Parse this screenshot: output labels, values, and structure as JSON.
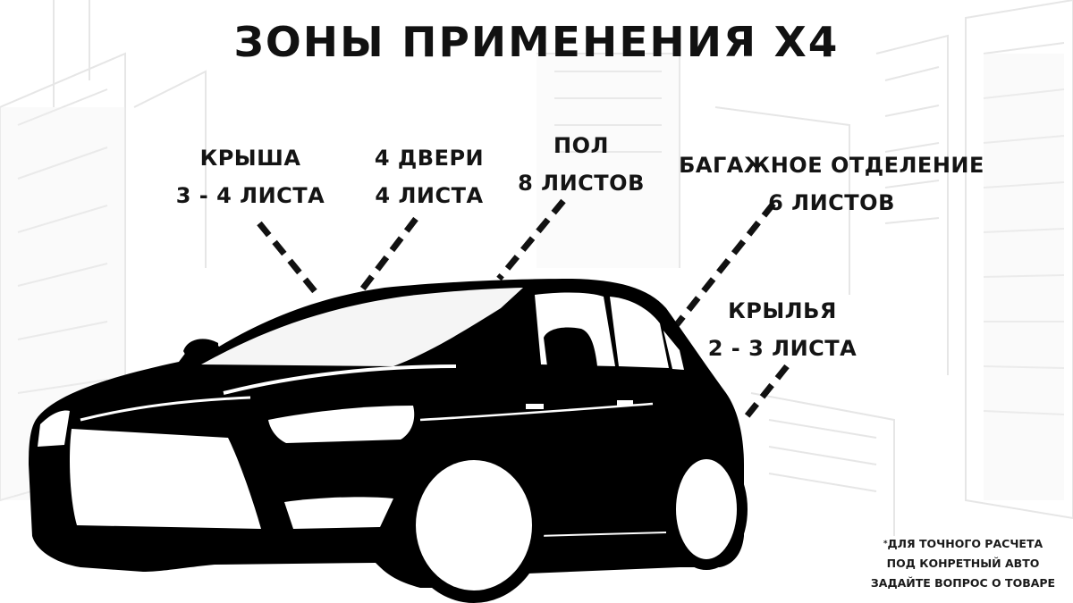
{
  "title": "ЗОНЫ ПРИМЕНЕНИЯ Х4",
  "zones": [
    {
      "name": "КРЫША",
      "amount": "3 - 4 ЛИСТА"
    },
    {
      "name": "4 ДВЕРИ",
      "amount": "4 ЛИСТА"
    },
    {
      "name": "ПОЛ",
      "amount": "8 ЛИСТОВ"
    },
    {
      "name": "БАГАЖНОЕ ОТДЕЛЕНИЕ",
      "amount": "6 ЛИСТОВ"
    },
    {
      "name": "КРЫЛЬЯ",
      "amount": "2 - 3 ЛИСТА"
    }
  ],
  "note": {
    "line1": "ДЛЯ ТОЧНОГО РАСЧЕТА",
    "line2": "ПОД КОНРЕТНЫЙ АВТО",
    "line3": "ЗАДАЙТЕ ВОПРОС О ТОВАРЕ"
  },
  "colors": {
    "text": "#111111",
    "background": "#ffffff",
    "car": "#000000",
    "sketch": "#ededed"
  }
}
